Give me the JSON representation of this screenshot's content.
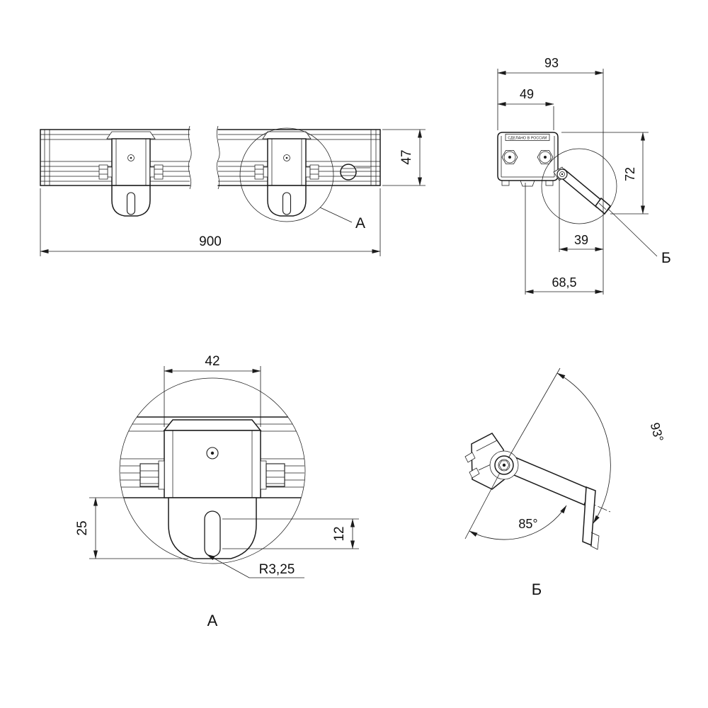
{
  "drawing": {
    "made_in": "СДЕЛАНО В РОССИИ",
    "dims": {
      "d900": "900",
      "d47": "47",
      "d93": "93",
      "d49": "49",
      "d72": "72",
      "d39": "39",
      "d68_5": "68,5",
      "d42": "42",
      "d25": "25",
      "d12": "12",
      "r3_25": "R3,25",
      "a93": "93°",
      "a85": "85°"
    },
    "callouts": {
      "a": "А",
      "b": "Б"
    },
    "titles": {
      "view_a": "А",
      "view_b": "Б"
    }
  }
}
